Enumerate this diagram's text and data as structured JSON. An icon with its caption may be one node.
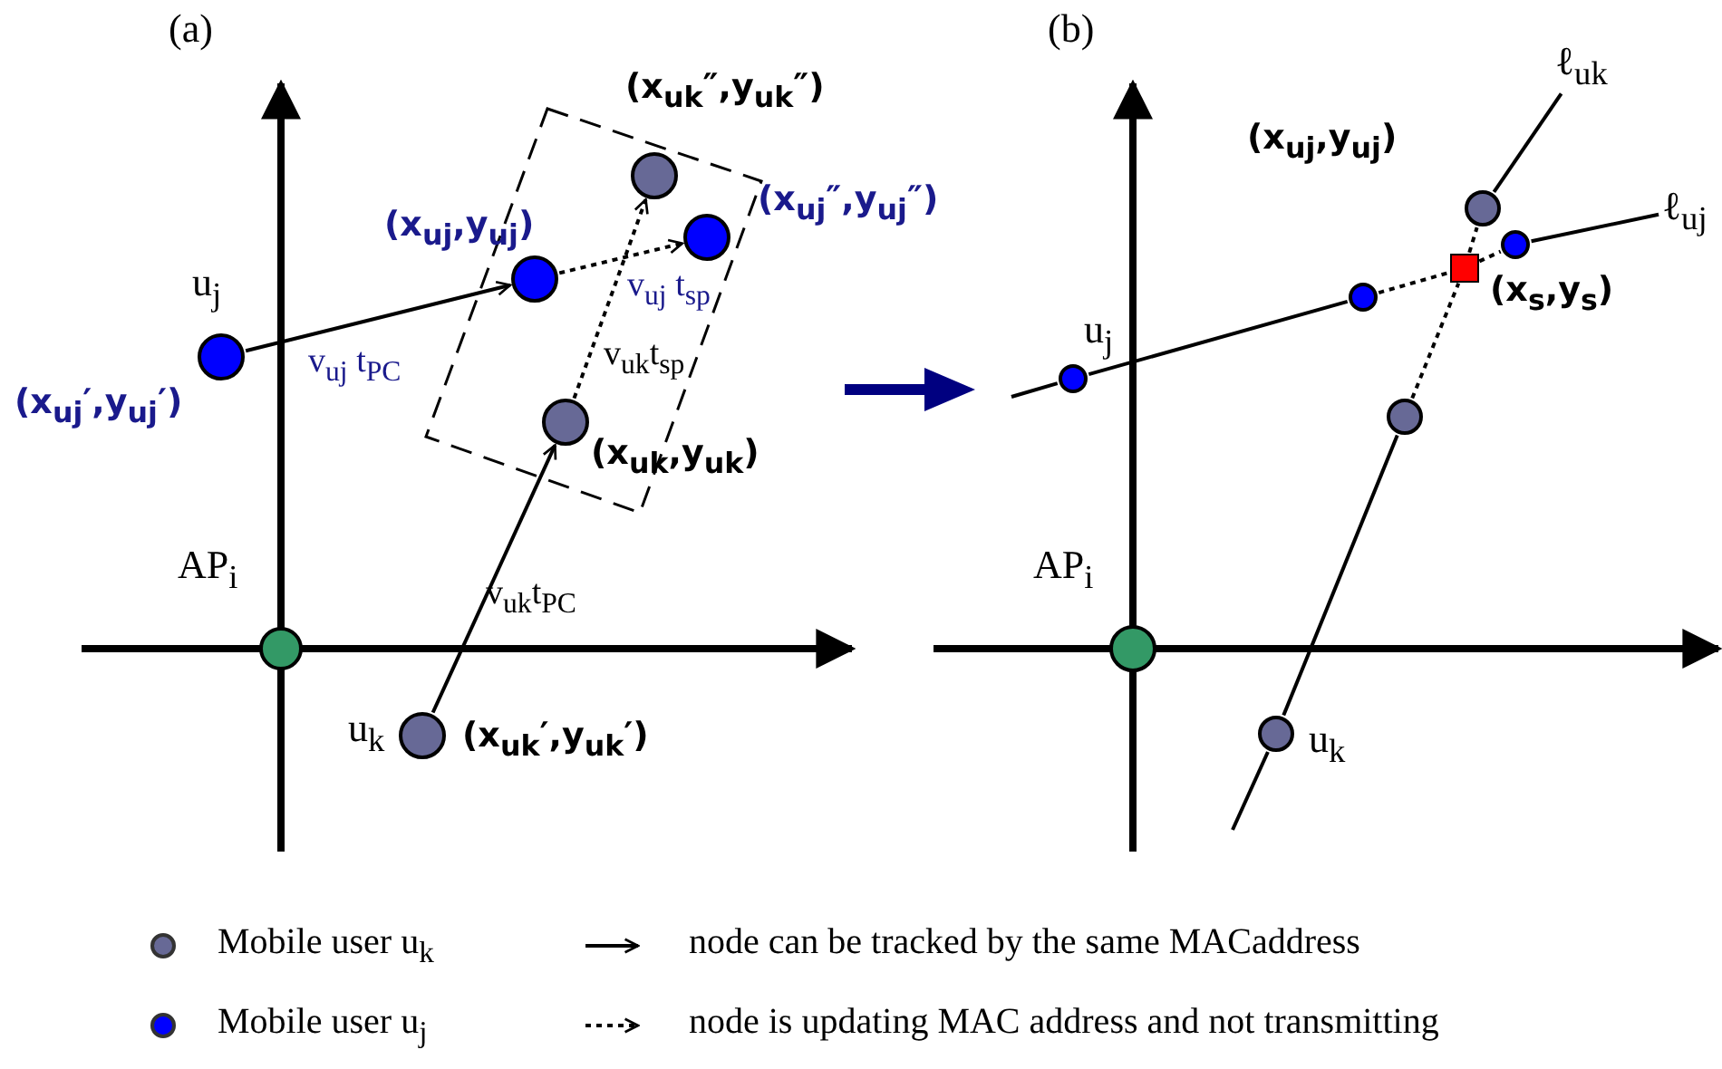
{
  "diagram": {
    "nodes": [
      {
        "text": [],
        "shape": "circle",
        "beside": [
          "AP$_{i}$"
        ]
      },
      {
        "text": [],
        "shape": "circle",
        "beside": [
          "u$_{j}$",
          "(x$_{uj}$′,y$_{uj}$′)"
        ]
      },
      {
        "text": [],
        "shape": "circle",
        "beside": [
          "(x$_{uj}$,y$_{uj}$)"
        ]
      },
      {
        "text": [],
        "shape": "circle",
        "beside": [
          "(x$_{uj}$″,y$_{uj}$″)"
        ]
      },
      {
        "text": [],
        "shape": "circle",
        "beside": [
          "u$_{k}$",
          "(x$_{uk}$′,y$_{uk}$′)"
        ]
      },
      {
        "text": [],
        "shape": "circle",
        "beside": [
          "(x$_{uk}$,y$_{uk}$)"
        ]
      },
      {
        "text": [],
        "shape": "circle",
        "beside": [
          "(x$_{uk}$″,y$_{uk}$″)"
        ]
      },
      {
        "text": [],
        "shape": "circle",
        "beside": [
          "AP$_{i}$"
        ]
      },
      {
        "text": [],
        "shape": "circle",
        "beside": [
          "u$_{j}$"
        ]
      },
      {
        "text": [],
        "shape": "circle"
      },
      {
        "text": [],
        "shape": "circle"
      },
      {
        "text": [],
        "shape": "circle",
        "beside": [
          "u$_{k}$"
        ]
      },
      {
        "text": [],
        "shape": "circle"
      },
      {
        "text": [],
        "shape": "circle"
      },
      {
        "text": [],
        "shape": "box",
        "beside": [
          "(x$_{s}$,y$_{s}$)"
        ]
      },
      {
        "text": [
          "ℓ$_{uk}$"
        ]
      },
      {
        "text": [
          "ℓ$_{uj}$"
        ]
      }
    ],
    "edges": [
      {
        "from": 1,
        "to": 2,
        "arrow": "to",
        "label": "v$_{uj}$ t$_{PC}$"
      },
      {
        "from": 2,
        "to": 3,
        "arrow": "to",
        "style": "dashed",
        "label": "v$_{uj}$ t$_{sp}$"
      },
      {
        "from": 4,
        "to": 5,
        "arrow": "to",
        "label": "v$_{uk}$t$_{PC}$"
      },
      {
        "from": 5,
        "to": 6,
        "arrow": "to",
        "style": "dashed",
        "label": "v$_{uk}$t$_{sp}$"
      },
      {
        "from": null,
        "to": 8,
        "arrow": "none"
      },
      {
        "from": 8,
        "to": 9,
        "arrow": "none"
      },
      {
        "from": 9,
        "to": 14,
        "arrow": "none",
        "style": "dashed"
      },
      {
        "from": 14,
        "to": 10,
        "arrow": "none",
        "style": "dashed"
      },
      {
        "from": 10,
        "to": 16,
        "arrow": "none"
      },
      {
        "from": null,
        "to": 11,
        "arrow": "none"
      },
      {
        "from": 11,
        "to": 12,
        "arrow": "none"
      },
      {
        "from": 12,
        "to": 14,
        "arrow": "none",
        "style": "dashed"
      },
      {
        "from": 14,
        "to": 13,
        "arrow": "none",
        "style": "dashed"
      },
      {
        "from": 13,
        "to": 15,
        "arrow": "none"
      }
    ],
    "labels": [
      "(a)",
      "(b)",
      "(x$_{uj}$,y$_{uj}$)"
    ],
    "legend": [
      {
        "text": "Mobile user u$_{k}$",
        "color": "#676996"
      },
      {
        "text": "node  can be tracked by the same MACaddress"
      },
      {
        "text": "Mobile user u$_{j}$",
        "color": "#0000ff"
      },
      {
        "text": "node is updating MAC address and not transmitting"
      }
    ]
  }
}
